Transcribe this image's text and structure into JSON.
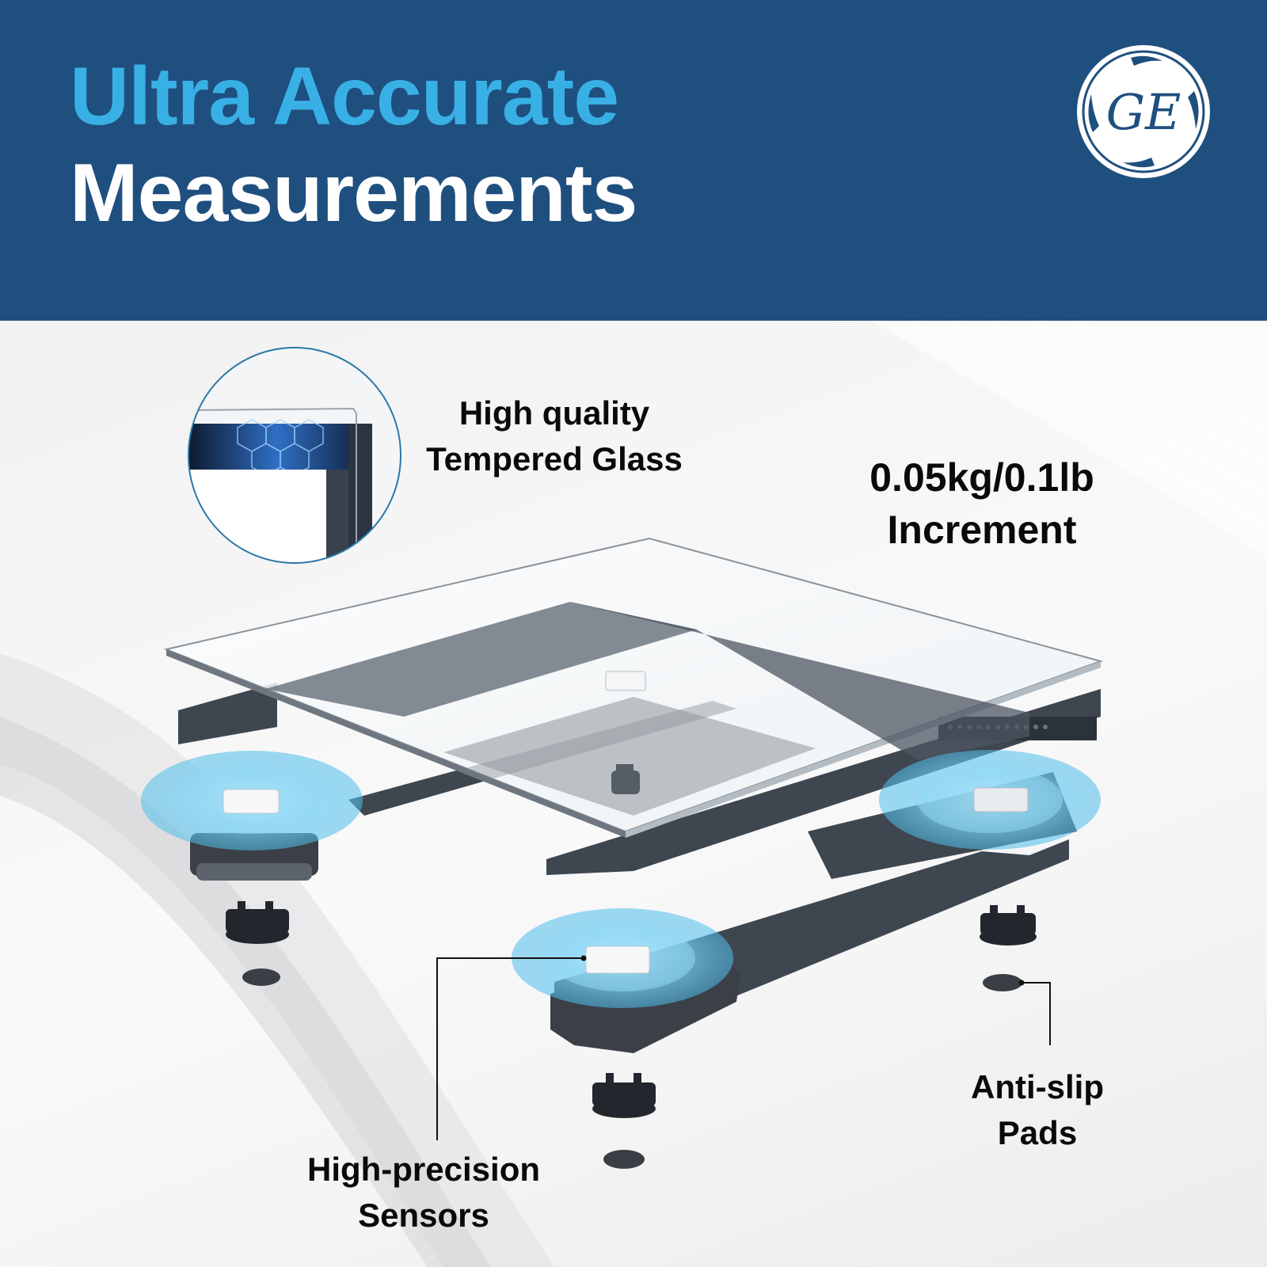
{
  "header": {
    "title_line1": "Ultra Accurate",
    "title_line2": "Measurements",
    "logo": {
      "icon": "ge-logo-icon",
      "text": "GE"
    },
    "colors": {
      "background": "#1f4f7f",
      "title_accent": "#38b0e6",
      "title_primary": "#ffffff"
    }
  },
  "features": [
    {
      "id": "glass",
      "line1": "High quality",
      "line2": "Tempered Glass",
      "icon": "tempered-glass-closeup-icon"
    },
    {
      "id": "increment",
      "line1": "0.05kg/0.1lb",
      "line2": "Increment"
    },
    {
      "id": "sensors",
      "line1": "High-precision",
      "line2": "Sensors",
      "icon": "sensor-icon"
    },
    {
      "id": "pads",
      "line1": "Anti-slip",
      "line2": "Pads",
      "icon": "anti-slip-pad-icon"
    }
  ],
  "illustration": {
    "subject": "exploded view of bathroom scale",
    "parts": [
      "tempered glass top",
      "frame",
      "four load sensors",
      "feet",
      "anti-slip pads"
    ],
    "colors": {
      "frame": "#3d4650",
      "sensor_glow": "#5cc4ee",
      "leader_line": "#111111"
    }
  }
}
